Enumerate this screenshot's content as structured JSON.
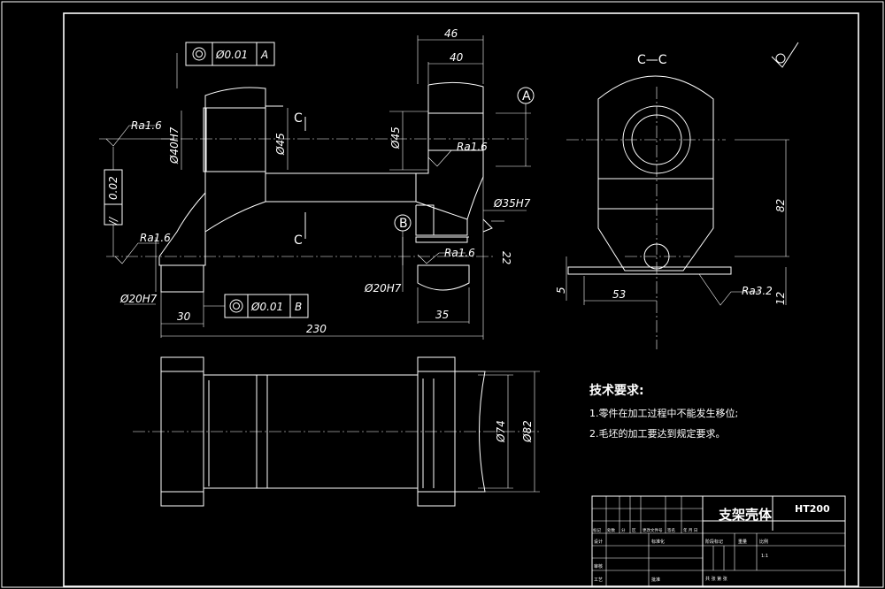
{
  "title_block": {
    "part_name": "支架壳体",
    "material": "HT200",
    "headers": [
      "标记",
      "处数",
      "分",
      "区",
      "更改文件号",
      "签名",
      "年 月 日"
    ],
    "roles": [
      "设计",
      "审核",
      "工艺"
    ],
    "standardization": "标准化",
    "approval": "批准",
    "stage_mark": "阶段标记",
    "weight": "重量",
    "scale": "比例",
    "sheet_info": "共 张 第 张",
    "scale_value": "1:1"
  },
  "tech_requirements": {
    "heading": "技术要求:",
    "items": [
      "1.零件在加工过程中不能发生移位;",
      "2.毛坯的加工要达到规定要求。"
    ]
  },
  "section_label": "C—C",
  "section_marks": [
    "C",
    "C"
  ],
  "datums": [
    "A",
    "B"
  ],
  "tolerances": {
    "frame_a": {
      "symbol": "◎",
      "value": "Ø0.01",
      "datum": "A"
    },
    "frame_b": {
      "symbol": "◎",
      "value": "Ø0.01",
      "datum": "B"
    },
    "frame_left": {
      "symbol": "//",
      "value": "0.02"
    }
  },
  "dimensions": {
    "d46": "46",
    "d40": "40",
    "d40h7": "Ø40H7",
    "d45a": "Ø45",
    "d45b": "Ø45",
    "d35h7": "Ø35H7",
    "d20h7a": "Ø20H7",
    "d20h7b": "Ø20H7",
    "d30": "30",
    "d35": "35",
    "d230": "230",
    "d82v": "82",
    "d53": "53",
    "d5": "5",
    "d12": "12",
    "d74": "Ø74",
    "d82": "Ø82",
    "d22": "22"
  },
  "roughness": {
    "r1": "Ra1.6",
    "r2": "Ra1.6",
    "r3": "Ra1.6",
    "r4": "Ra1.6",
    "r5": "Ra3.2"
  }
}
